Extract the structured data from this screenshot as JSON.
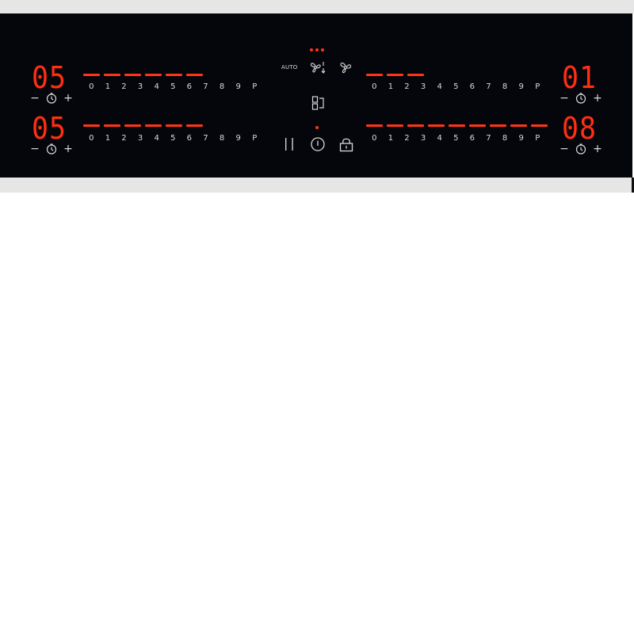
{
  "zones": {
    "top_left": {
      "timer": "05",
      "level_dash_count": 6,
      "scale": [
        "0",
        "1",
        "2",
        "3",
        "4",
        "5",
        "6",
        "7",
        "8",
        "9",
        "P"
      ]
    },
    "bottom_left": {
      "timer": "05",
      "level_dash_count": 6,
      "scale": [
        "0",
        "1",
        "2",
        "3",
        "4",
        "5",
        "6",
        "7",
        "8",
        "9",
        "P"
      ]
    },
    "top_right": {
      "timer": "01",
      "level_dash_count": 3,
      "scale": [
        "0",
        "1",
        "2",
        "3",
        "4",
        "5",
        "6",
        "7",
        "8",
        "9",
        "P"
      ]
    },
    "bottom_right": {
      "timer": "08",
      "level_dash_count": 9,
      "scale": [
        "0",
        "1",
        "2",
        "3",
        "4",
        "5",
        "6",
        "7",
        "8",
        "9",
        "P"
      ]
    }
  },
  "controls": {
    "minus_symbol": "−",
    "plus_symbol": "+",
    "auto_label": "AUTO",
    "pause_symbol": "||"
  },
  "colors": {
    "panel_bg": "#05060b",
    "display_red": "#ff2f12",
    "icon_white": "#d9d9d9",
    "strip_gray": "#e6e6e6"
  },
  "icons": [
    "fan-level-icon",
    "fan-icon",
    "bridge-zones-icon",
    "power-icon",
    "lock-icon",
    "pause-icon",
    "clock-icon"
  ]
}
